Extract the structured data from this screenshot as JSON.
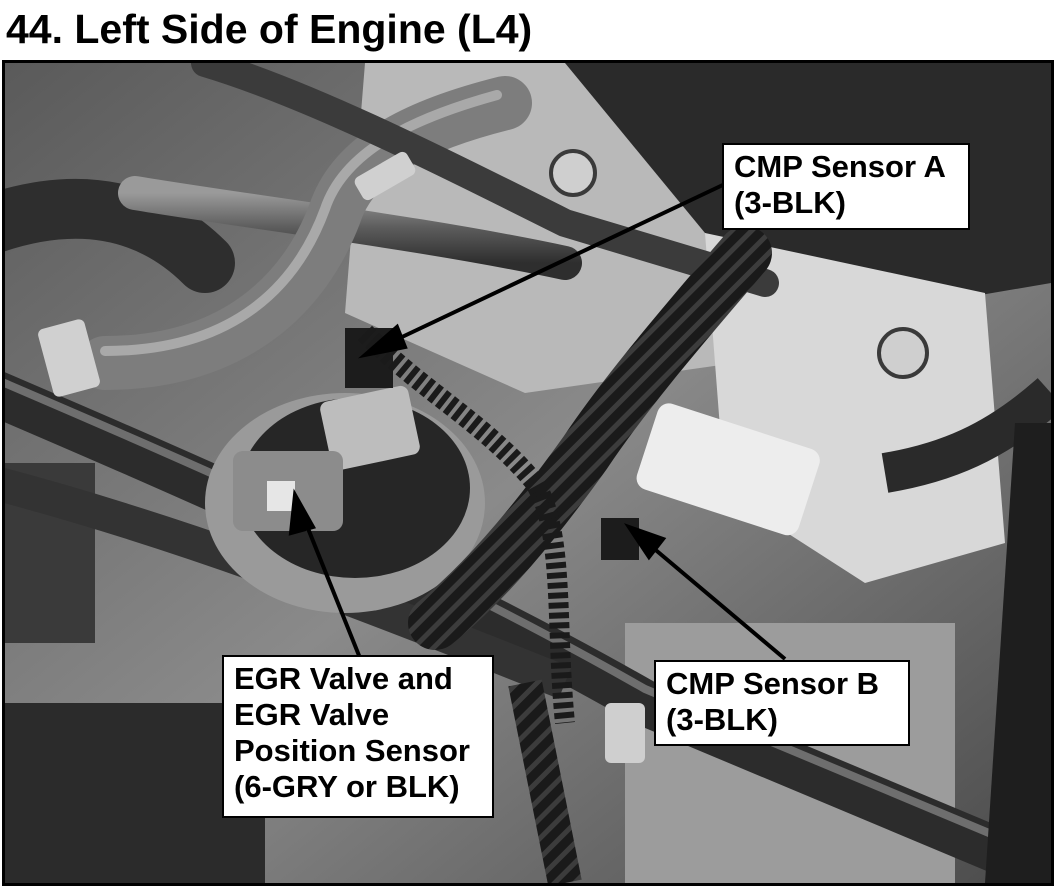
{
  "title": "44. Left Side of Engine (L4)",
  "callouts": {
    "cmp_sensor_a": {
      "name": "CMP Sensor A",
      "connector": "(3-BLK)"
    },
    "cmp_sensor_b": {
      "name": "CMP Sensor B",
      "connector": "(3-BLK)"
    },
    "egr_valve": {
      "line1": "EGR Valve and",
      "line2": "EGR Valve",
      "line3": "Position Sensor",
      "line4": "(6-GRY or BLK)"
    }
  },
  "photo_colors": {
    "frame": "#000000",
    "background": "#6e6e6e",
    "callout_fill": "#ffffff"
  }
}
